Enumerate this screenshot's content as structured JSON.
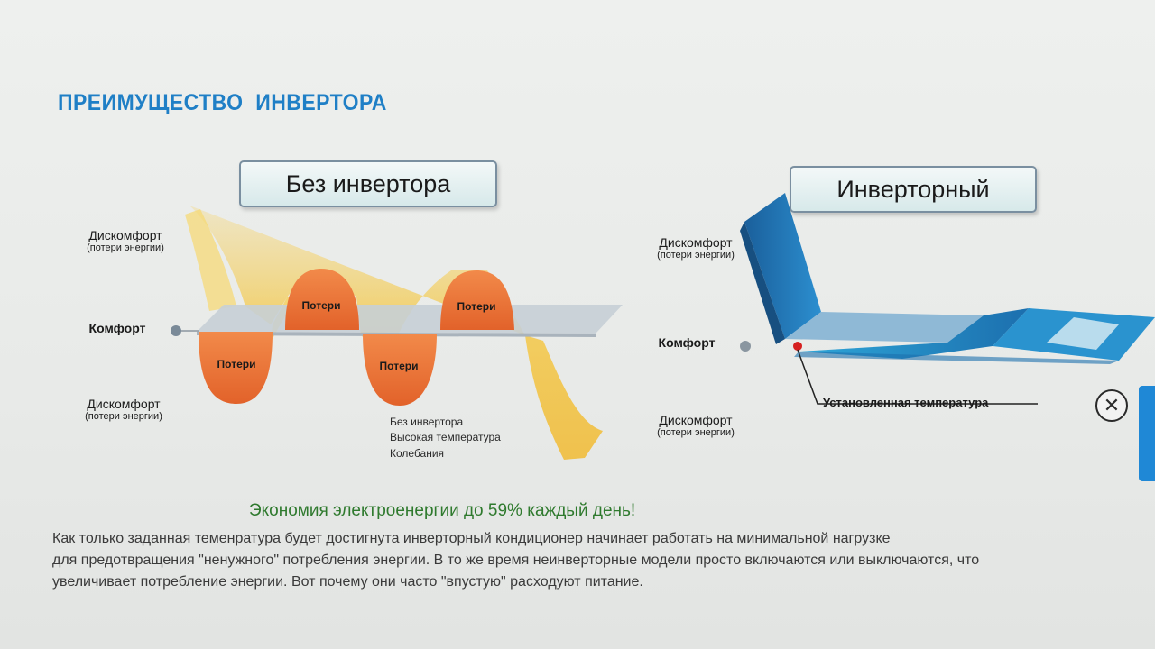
{
  "section_title": "ПРЕИМУЩЕСТВО  ИНВЕРТОРА",
  "panels": {
    "left": {
      "title": "Без инвертора"
    },
    "right": {
      "title": "Инверторный"
    }
  },
  "left_diagram": {
    "discomfort_top": {
      "main": "Дискомфорт",
      "sub": "(потери энергии)"
    },
    "comfort": "Комфорт",
    "discomfort_bottom": {
      "main": "Дискомфорт",
      "sub": "(потери энергии)"
    },
    "loss_label": "Потери",
    "note_lines": [
      "Без инвертора",
      "Высокая температура",
      "Колебания"
    ]
  },
  "right_diagram": {
    "discomfort_top": {
      "main": "Дискомфорт",
      "sub": "(потери энергии)"
    },
    "comfort": "Комфорт",
    "set_temperature": "Установленная температура",
    "discomfort_bottom": {
      "main": "Дискомфорт",
      "sub": "(потери энергии)"
    }
  },
  "slogan": "Экономия электроенергии до 59% каждый день!",
  "body_lines": [
    "Как только заданная теменратура будет достигнута инверторный кондиционер начинает работать на минимальной нагрузке",
    "для предотвращения \"ненужного\" потребления энергии. В то же время неинверторные модели просто включаются или выключаются, что",
    "увеличивает потребление энергии. Вот почему они часто \"впустую\" расходуют питание."
  ],
  "controls": {
    "close_icon": "close-icon"
  },
  "colors": {
    "title_blue": "#1f7fc6",
    "loss_orange": "#ee7a3a",
    "wave_yellow": "#f4c640",
    "inverter_blue": "#1d6fae",
    "slogan_green": "#2f7a2e"
  }
}
